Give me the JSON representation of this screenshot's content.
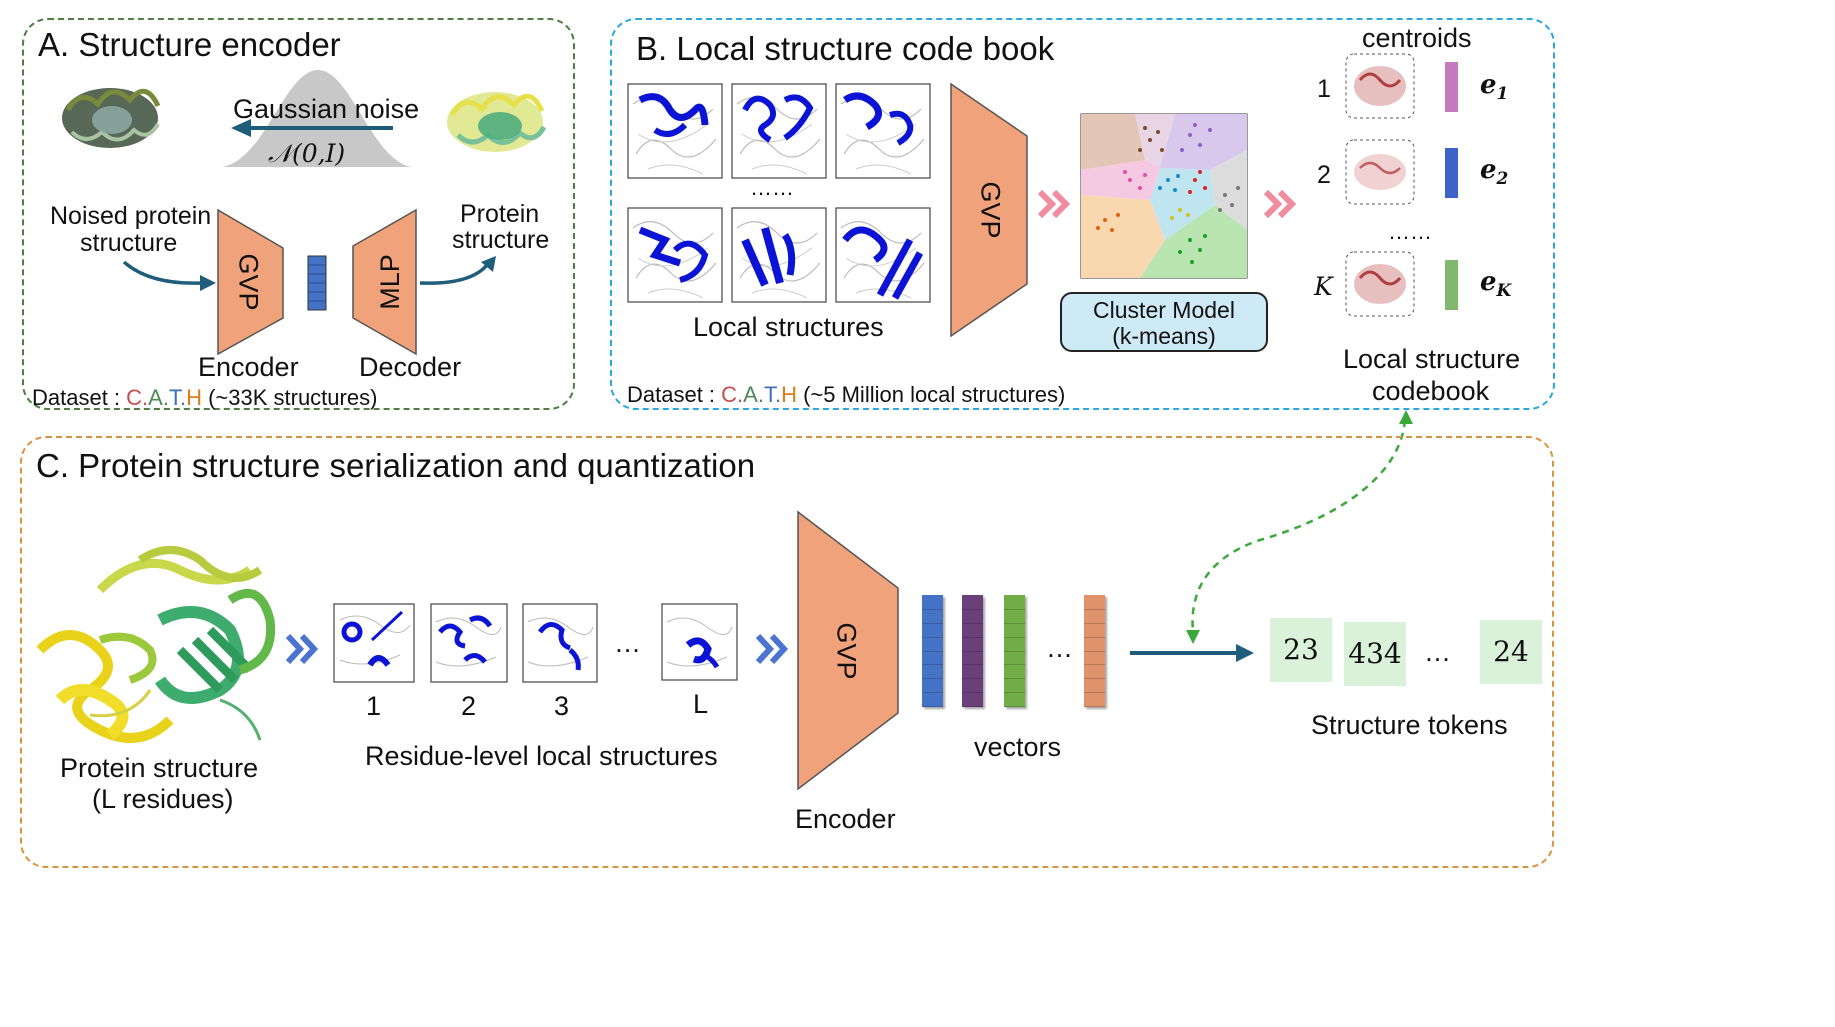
{
  "panel_a": {
    "title": "A. Structure encoder",
    "noise_label": "Gaussian noise",
    "noise_formula": "𝒩(0,I)",
    "noised_label_1": "Noised protein",
    "noised_label_2": "structure",
    "protein_label_1": "Protein",
    "protein_label_2": "structure",
    "encoder_block": "GVP",
    "decoder_block": "MLP",
    "encoder_label": "Encoder",
    "decoder_label": "Decoder",
    "dataset_prefix": "Dataset : ",
    "cath": [
      "C.",
      "A.",
      "T.",
      "H"
    ],
    "dataset_suffix": " (~33K structures)"
  },
  "panel_b": {
    "title": "B. Local structure code book",
    "ellipsis": "……",
    "local_structures_label": "Local structures",
    "gvp_block": "GVP",
    "cluster_line1": "Cluster Model",
    "cluster_line2": "(k-means)",
    "centroids_label": "centroids",
    "codebook_rows": [
      {
        "index": "1",
        "vector": "e",
        "sub": "1",
        "color": "#c47bbf"
      },
      {
        "index": "2",
        "vector": "e",
        "sub": "2",
        "color": "#3d63c9"
      },
      {
        "index": "K",
        "vector": "e",
        "sub": "K",
        "color": "#7fb86e"
      }
    ],
    "codebook_ellipsis": "……",
    "codebook_label_1": "Local structure",
    "codebook_label_2": "codebook",
    "dataset_prefix": "Dataset : ",
    "cath": [
      "C.",
      "A.",
      "T.",
      "H"
    ],
    "dataset_suffix": " (~5 Million local structures)"
  },
  "panel_c": {
    "title": "C. Protein structure serialization and quantization",
    "protein_label_1": "Protein structure",
    "protein_label_2": "(L residues)",
    "residue_indices": [
      "1",
      "2",
      "3",
      "L"
    ],
    "residue_ellipsis": "…",
    "residue_label": "Residue-level local structures",
    "gvp_block": "GVP",
    "encoder_label": "Encoder",
    "vector_colors": [
      "#4472c4",
      "#6b3f7a",
      "#70ad47",
      "#e0926b"
    ],
    "vector_ellipsis": "…",
    "vectors_label": "vectors",
    "tokens": [
      "23",
      "434",
      "24"
    ],
    "token_ellipsis": "…",
    "tokens_label": "Structure tokens"
  },
  "colors": {
    "panel_a_border": "#4f7d44",
    "panel_b_border": "#29a8df",
    "panel_c_border": "#d89540",
    "block_fill": "#f0a27a",
    "arrow": "#1f5d7a",
    "chevron_pink": "#f08ca0",
    "chevron_blue": "#4a74d0"
  }
}
